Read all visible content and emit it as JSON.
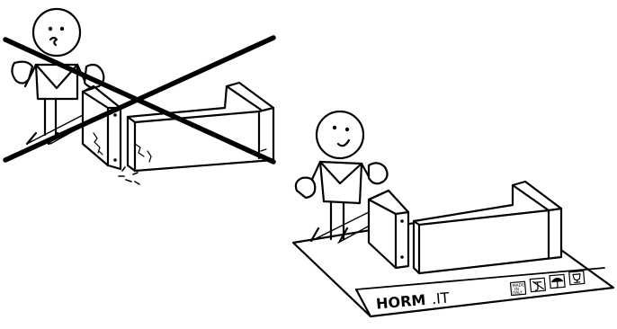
{
  "brand": {
    "name": "HORM",
    "suffix": ".IT"
  },
  "carton_icons": {
    "label": "MADE IN ITALY",
    "items": [
      "made-in-italy-icon",
      "no-hooks-icon",
      "keep-dry-icon",
      "fragile-glass-icon"
    ]
  },
  "scenes": [
    {
      "id": "wrong",
      "verdict": "crossed-out",
      "description_icon": "person-dragging-furniture-on-floor"
    },
    {
      "id": "right",
      "verdict": "correct",
      "description_icon": "person-unpacking-on-cardboard"
    }
  ]
}
